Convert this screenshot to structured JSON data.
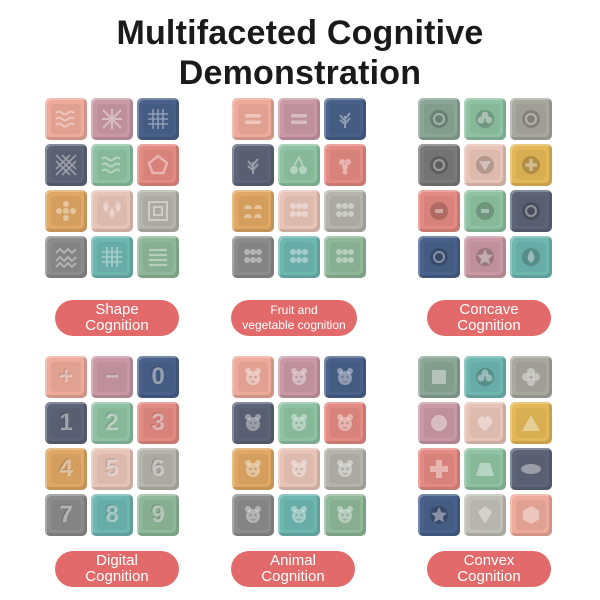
{
  "title": {
    "line1": "Multifaceted Cognitive",
    "line2": "Demonstration"
  },
  "colors": {
    "pill": "#e26a6a",
    "title": "#1a1a1a"
  },
  "panels": [
    {
      "id": "shape",
      "label_line1": "Shape",
      "label_line2": "Cognition",
      "blocks": [
        {
          "color": "#eeaa9a",
          "icon": "wave-pattern"
        },
        {
          "color": "#c898a4",
          "icon": "cross-pattern"
        },
        {
          "color": "#48608a",
          "icon": "grid-pattern"
        },
        {
          "color": "#5e6478",
          "icon": "lattice-pattern"
        },
        {
          "color": "#8ec2a2",
          "icon": "wave-pattern"
        },
        {
          "color": "#e38a82",
          "icon": "pentagon"
        },
        {
          "color": "#e0a864",
          "icon": "flower-dots"
        },
        {
          "color": "#e8c4b8",
          "icon": "diamond-pattern"
        },
        {
          "color": "#b4b4ac",
          "icon": "concentric-squares"
        },
        {
          "color": "#8c8c8c",
          "icon": "zigzag-pattern"
        },
        {
          "color": "#6eb6b0",
          "icon": "grid-pattern"
        },
        {
          "color": "#8fb898",
          "icon": "stripes"
        }
      ]
    },
    {
      "id": "fruit",
      "label_line1": "Fruit and",
      "label_line2": "vegetable cognition",
      "blocks": [
        {
          "color": "#eeaa9a",
          "icon": "equals"
        },
        {
          "color": "#c898a4",
          "icon": "equals"
        },
        {
          "color": "#48608a",
          "icon": "leaf"
        },
        {
          "color": "#5e6478",
          "icon": "leaf"
        },
        {
          "color": "#8ec2a2",
          "icon": "cherries"
        },
        {
          "color": "#e38a82",
          "icon": "grapes"
        },
        {
          "color": "#e0a864",
          "icon": "semicircles"
        },
        {
          "color": "#e8c4b8",
          "icon": "dots"
        },
        {
          "color": "#b4b4ac",
          "icon": "dots"
        },
        {
          "color": "#8c8c8c",
          "icon": "dots"
        },
        {
          "color": "#6eb6b0",
          "icon": "dots"
        },
        {
          "color": "#8fb898",
          "icon": "dots"
        }
      ]
    },
    {
      "id": "concave",
      "label_line1": "Concave",
      "label_line2": "Cognition",
      "blocks": [
        {
          "color": "#8aa696",
          "icon": "ring"
        },
        {
          "color": "#8ec2a2",
          "icon": "clover"
        },
        {
          "color": "#a8a8a0",
          "icon": "ring"
        },
        {
          "color": "#7a7a7a",
          "icon": "ring"
        },
        {
          "color": "#e8c4b8",
          "icon": "triangle-down"
        },
        {
          "color": "#e4b858",
          "icon": "plus-ring"
        },
        {
          "color": "#e38a82",
          "icon": "ring-square"
        },
        {
          "color": "#8ec2a2",
          "icon": "ring-square"
        },
        {
          "color": "#5e6478",
          "icon": "ring"
        },
        {
          "color": "#48608a",
          "icon": "ring"
        },
        {
          "color": "#c898a4",
          "icon": "star"
        },
        {
          "color": "#6eb6b0",
          "icon": "drop"
        }
      ]
    },
    {
      "id": "digital",
      "label_line1": "Digital",
      "label_line2": "Cognition",
      "blocks": [
        {
          "color": "#eeaa9a",
          "text": "+"
        },
        {
          "color": "#c898a4",
          "text": "−"
        },
        {
          "color": "#48608a",
          "text": "0"
        },
        {
          "color": "#5e6478",
          "text": "1"
        },
        {
          "color": "#8ec2a2",
          "text": "2"
        },
        {
          "color": "#e38a82",
          "text": "3"
        },
        {
          "color": "#e0a864",
          "text": "4"
        },
        {
          "color": "#e8c4b8",
          "text": "5"
        },
        {
          "color": "#b4b4ac",
          "text": "6"
        },
        {
          "color": "#8c8c8c",
          "text": "7"
        },
        {
          "color": "#6eb6b0",
          "text": "8"
        },
        {
          "color": "#8fb898",
          "text": "9"
        }
      ]
    },
    {
      "id": "animal",
      "label_line1": "Animal",
      "label_line2": "Cognition",
      "blocks": [
        {
          "color": "#eeaa9a",
          "icon": "animal"
        },
        {
          "color": "#c898a4",
          "icon": "animal"
        },
        {
          "color": "#48608a",
          "icon": "animal"
        },
        {
          "color": "#5e6478",
          "icon": "animal"
        },
        {
          "color": "#8ec2a2",
          "icon": "animal"
        },
        {
          "color": "#e38a82",
          "icon": "animal"
        },
        {
          "color": "#e0a864",
          "icon": "animal"
        },
        {
          "color": "#e8c4b8",
          "icon": "animal"
        },
        {
          "color": "#b4b4ac",
          "icon": "animal"
        },
        {
          "color": "#8c8c8c",
          "icon": "animal"
        },
        {
          "color": "#6eb6b0",
          "icon": "animal"
        },
        {
          "color": "#8fb898",
          "icon": "animal"
        }
      ]
    },
    {
      "id": "convex",
      "label_line1": "Convex",
      "label_line2": "Cognition",
      "blocks": [
        {
          "color": "#8aa696",
          "icon": "square"
        },
        {
          "color": "#6eb6b0",
          "icon": "clover"
        },
        {
          "color": "#a8a8a0",
          "icon": "flower"
        },
        {
          "color": "#c898a4",
          "icon": "circle"
        },
        {
          "color": "#e8c4b8",
          "icon": "heart"
        },
        {
          "color": "#e4b858",
          "icon": "triangle"
        },
        {
          "color": "#e38a82",
          "icon": "plus"
        },
        {
          "color": "#8ec2a2",
          "icon": "trapezoid"
        },
        {
          "color": "#5e6478",
          "icon": "oval"
        },
        {
          "color": "#48608a",
          "icon": "star"
        },
        {
          "color": "#c0c0b8",
          "icon": "kite"
        },
        {
          "color": "#eeaa9a",
          "icon": "hexagon"
        }
      ]
    }
  ]
}
